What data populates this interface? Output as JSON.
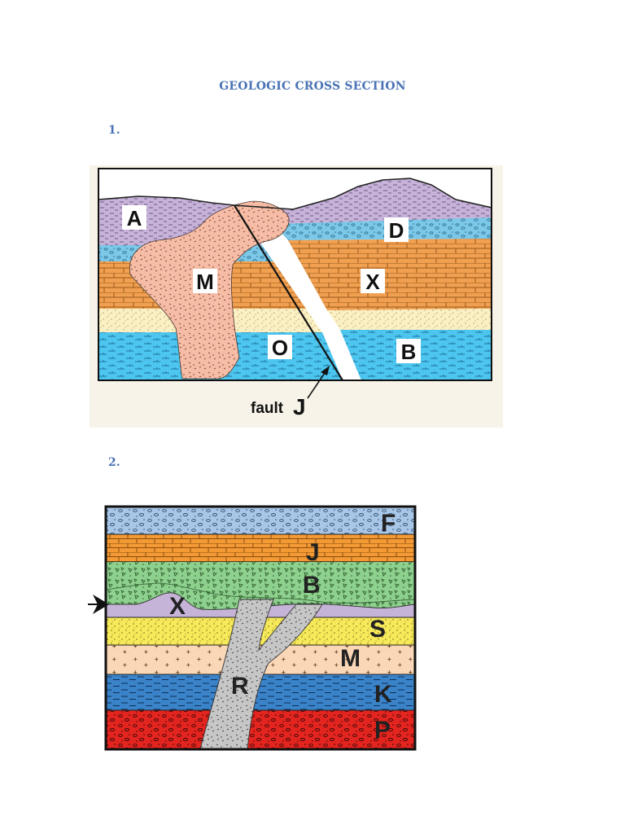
{
  "page": {
    "title": "GEOLOGIC CROSS SECTION",
    "section1_number": "1.",
    "section2_number": "2."
  },
  "diagram1": {
    "labels": {
      "A": "A",
      "D": "D",
      "M": "M",
      "X": "X",
      "O": "O",
      "B": "B"
    },
    "fault_word": "fault",
    "fault_letter": "J",
    "colors": {
      "purple": "#c7b3d9",
      "blue_conglomerate": "#7cc8e8",
      "orange_limestone": "#f0a050",
      "sand": "#fbf0c4",
      "cyan_shale": "#4cc5ef",
      "intrusion": "#f6bca5"
    }
  },
  "diagram2": {
    "labels": {
      "F": "F",
      "J": "J",
      "B": "B",
      "X": "X",
      "S": "S",
      "M": "M",
      "R": "R",
      "K": "K",
      "P": "P"
    },
    "colors": {
      "blue_conglomerate": "#a8c6e8",
      "orange_limestone": "#f39a35",
      "green_breccia": "#8ed08e",
      "purple": "#c6b4d8",
      "yellow_sand": "#f6e95a",
      "peach": "#fad7b6",
      "blue_shale": "#3a83c9",
      "red_conglomerate": "#e3241f",
      "gray_intrusion": "#c6c6c6"
    }
  }
}
